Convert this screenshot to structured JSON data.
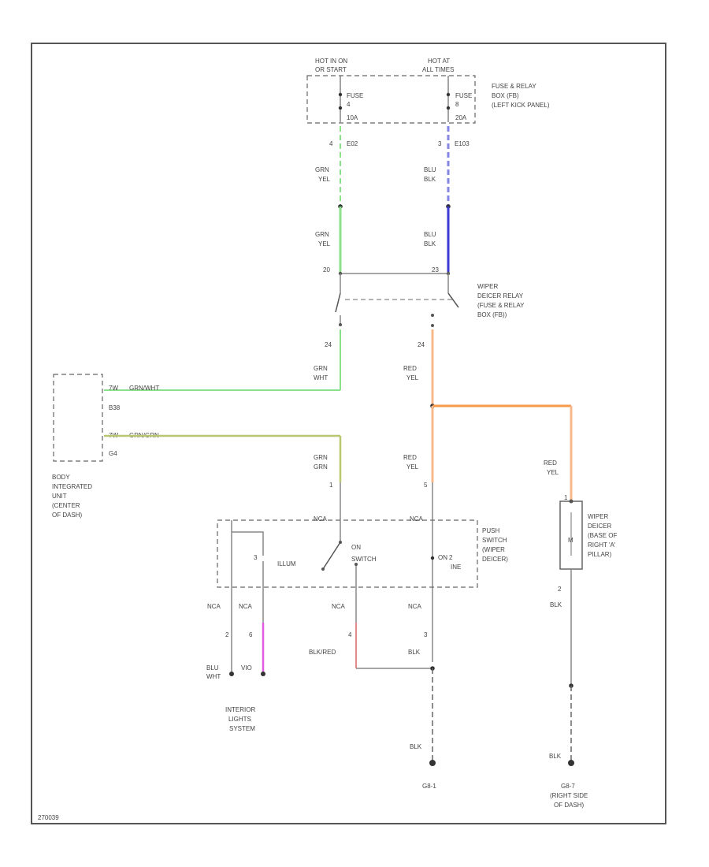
{
  "header": {
    "hot_run_l1": "HOT IN ON",
    "hot_run_l2": "OR START",
    "hot_all_l1": "HOT AT",
    "hot_all_l2": "ALL TIMES"
  },
  "fuse_box": {
    "label_l1": "FUSE & RELAY",
    "label_l2": "BOX (FB)",
    "label_l3": "(LEFT KICK PANEL)",
    "fuse_a_l1": "FUSE",
    "fuse_a_l2": "4",
    "fuse_a_l3": "10A",
    "fuse_b_l1": "FUSE",
    "fuse_b_l2": "8",
    "fuse_b_l3": "20A",
    "pin_a": "4",
    "conn_a": "E02",
    "pin_b": "3",
    "conn_b": "E103"
  },
  "wires": {
    "grn_yel_1a": "GRN",
    "grn_yel_1b": "YEL",
    "blu_blk_1a": "BLU",
    "blu_blk_1b": "BLK",
    "grn_yel_2a": "GRN",
    "grn_yel_2b": "YEL",
    "blu_blk_2a": "BLU",
    "blu_blk_2b": "BLK",
    "grn_wht_a": "GRN",
    "grn_wht_b": "WHT",
    "red_yel_1a": "RED",
    "red_yel_1b": "YEL",
    "grn_grn_a": "GRN",
    "grn_grn_b": "GRN",
    "red_yel_2a": "RED",
    "red_yel_2b": "YEL",
    "red_yel_3a": "RED",
    "red_yel_3b": "YEL",
    "nca_1": "NCA",
    "nca_2": "NCA",
    "nca_3": "NCA",
    "nca_4": "NCA",
    "blu_wht_a": "BLU",
    "blu_wht_b": "WHT",
    "vio": "VIO",
    "blk_red": "BLK/RED",
    "blk_1": "BLK",
    "blk_2": "BLK",
    "blk_3": "BLK",
    "blk_4": "BLK"
  },
  "relay": {
    "label_l1": "WIPER",
    "label_l2": "DEICER RELAY",
    "label_l3": "(FUSE & RELAY",
    "label_l4": "BOX (FB))",
    "pin_top_left": "20",
    "pin_top_right": "23",
    "pin_bot_left": "24",
    "pin_bot_right": "24"
  },
  "biu": {
    "label_l1": "BODY",
    "label_l2": "INTEGRATED",
    "label_l3": "UNIT",
    "label_l4": "(CENTER",
    "label_l5": "OF DASH)",
    "conn_1": "7W",
    "conn_1_name": "GRN/WHT",
    "pin_1": "B38",
    "conn_2": "7W",
    "conn_2_name": "GRN/GRN",
    "pin_2": "G4"
  },
  "switch": {
    "label_l1": "PUSH",
    "label_l2": "SWITCH",
    "label_l3": "(WIPER",
    "label_l4": "DEICER)",
    "illum": "ILLUM",
    "on_indicator_l1": "ON",
    "on_indicator_l2": "SWITCH",
    "on_label_l1": "ON",
    "on_label_l2": "INE",
    "top_left_conn": "NCA",
    "top_right_conn": "NCA",
    "pin_1": "1",
    "pin_2": "3",
    "pin_3": "2",
    "pin_4": "2",
    "pin_5": "6",
    "pin_6": "5",
    "pin_7": "4",
    "pin_8": "3"
  },
  "deicer": {
    "label_l1": "WIPER",
    "label_l2": "DEICER",
    "label_l3": "(BASE OF",
    "label_l4": "RIGHT 'A'",
    "label_l5": "PILLAR)",
    "pin_top": "1",
    "pin_bot": "2",
    "body": "M"
  },
  "interior": {
    "label_l1": "INTERIOR",
    "label_l2": "LIGHTS",
    "label_l3": "SYSTEM"
  },
  "grounds": {
    "g1": "G8-1",
    "g2_l1": "G8-7",
    "g2_l2": "(RIGHT SIDE",
    "g2_l3": "OF DASH)"
  },
  "footer": {
    "code": "270039"
  },
  "colors": {
    "frame": "#555555",
    "green": "#8be08b",
    "blue": "#3b3bd6",
    "light_blue": "#8686e6",
    "orange": "#f59a4a",
    "light_orange": "#f7b98a",
    "yellow_green": "#b8c870",
    "magenta": "#e05de0",
    "pink": "#e5898f",
    "gray": "#888888"
  }
}
